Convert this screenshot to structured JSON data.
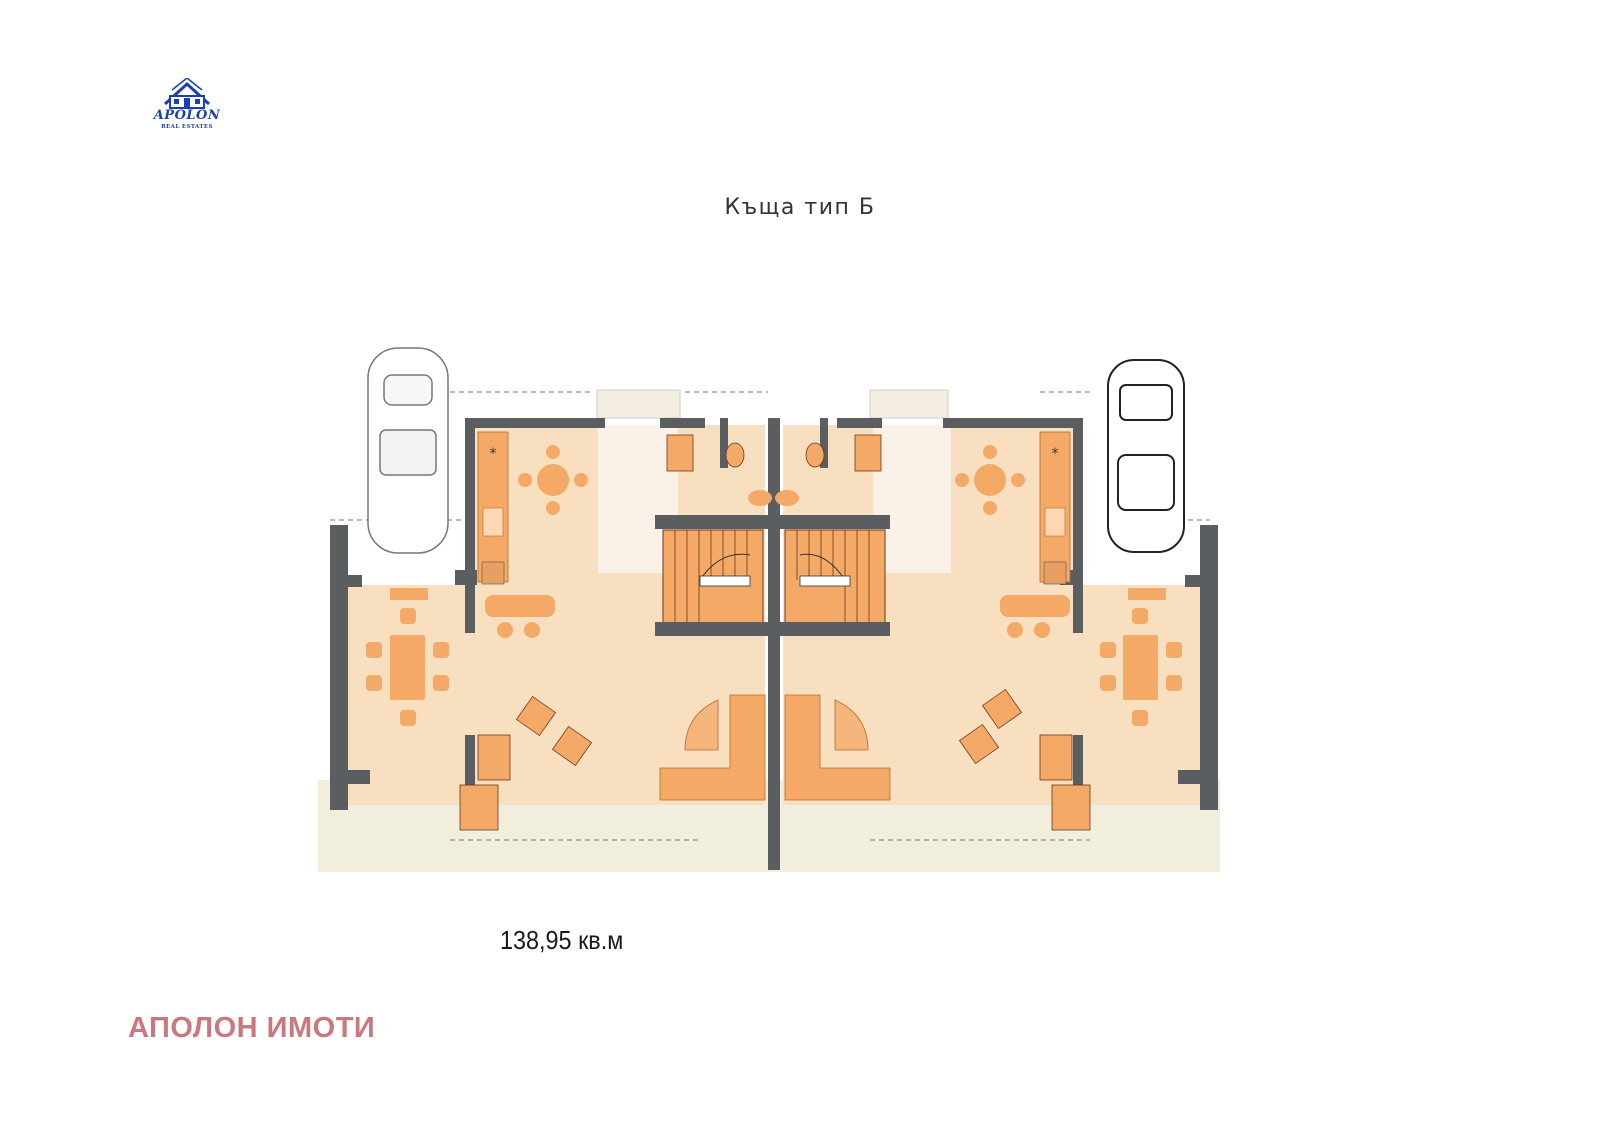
{
  "logo": {
    "name": "APOLON",
    "subtitle": "REAL ESTATES"
  },
  "title": "Къща тип Б",
  "area": "138,95 кв.м",
  "footer": "АПОЛОН ИМОТИ",
  "colors": {
    "wall": "#5a5e60",
    "floor": "#f8dfc0",
    "furniture": "#f4a967",
    "furniture_dark": "#e88d41",
    "accent": "#c9797e",
    "logo": "#1c3fb0"
  },
  "icons": [
    "house-logo-icon",
    "car-top-view-icon",
    "dining-table-icon",
    "sofa-icon",
    "staircase-icon",
    "toilet-icon",
    "sink-icon"
  ]
}
